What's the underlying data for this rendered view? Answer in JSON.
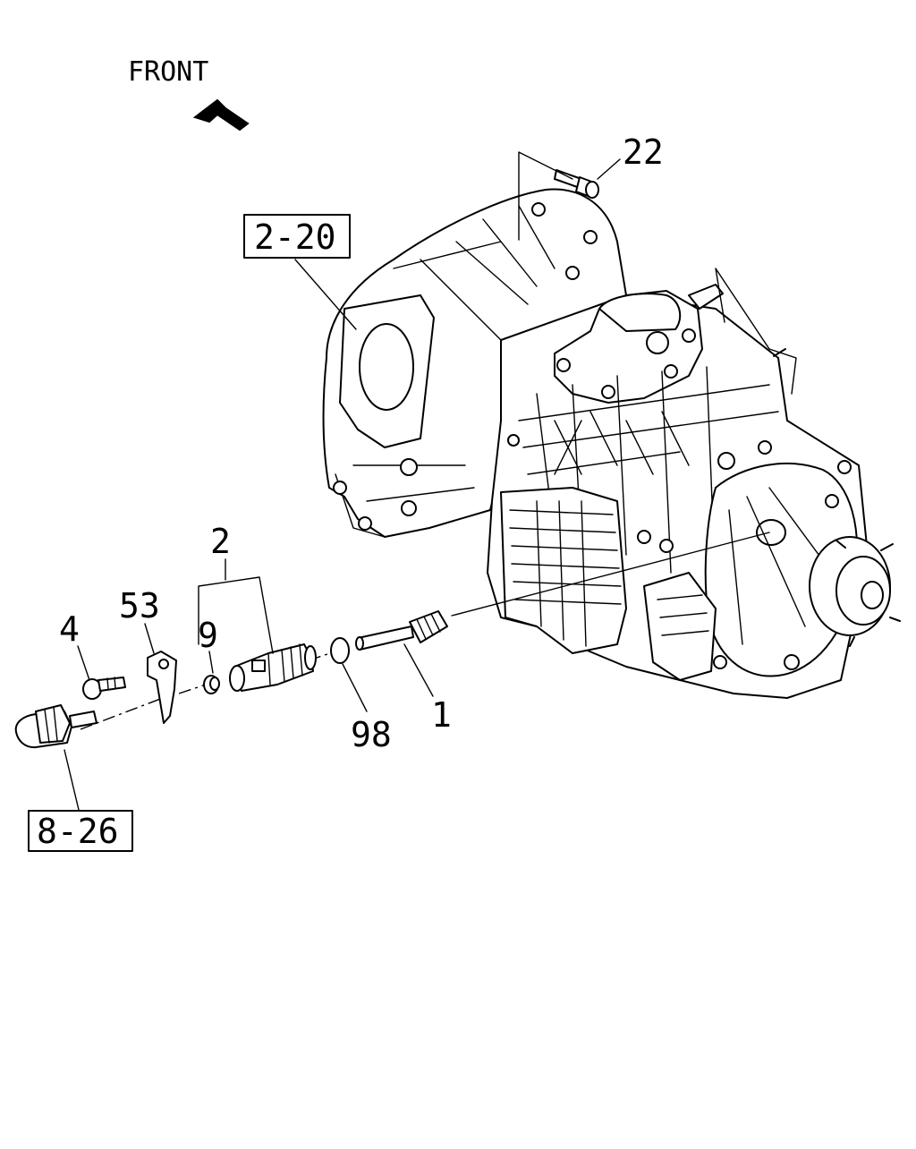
{
  "direction": {
    "label": "FRONT",
    "arrow_icon": "front-arrow-icon"
  },
  "callouts": [
    {
      "id": "c22",
      "text": "22"
    },
    {
      "id": "c2",
      "text": "2"
    },
    {
      "id": "c53",
      "text": "53"
    },
    {
      "id": "c4",
      "text": "4"
    },
    {
      "id": "c9",
      "text": "9"
    },
    {
      "id": "c98",
      "text": "98"
    },
    {
      "id": "c1",
      "text": "1"
    }
  ],
  "references": [
    {
      "id": "r220",
      "text": "2-20"
    },
    {
      "id": "r826",
      "text": "8-26"
    }
  ]
}
